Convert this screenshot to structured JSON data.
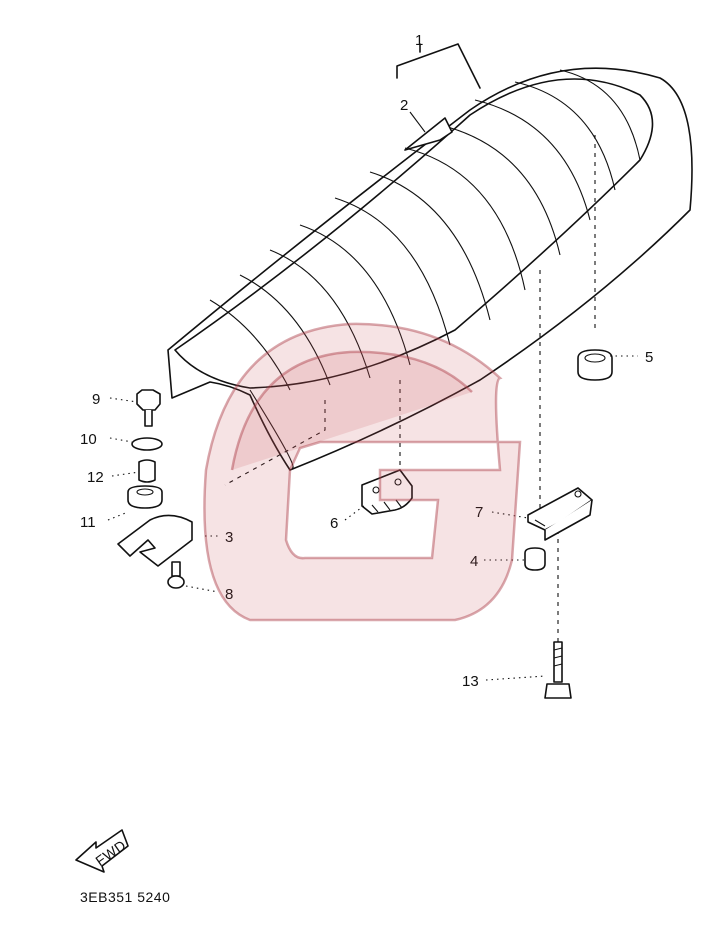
{
  "diagram": {
    "part_labels": [
      {
        "id": "1",
        "text": "1"
      },
      {
        "id": "2",
        "text": "2"
      },
      {
        "id": "3",
        "text": "3"
      },
      {
        "id": "4",
        "text": "4"
      },
      {
        "id": "5",
        "text": "5"
      },
      {
        "id": "6",
        "text": "6"
      },
      {
        "id": "7",
        "text": "7"
      },
      {
        "id": "8",
        "text": "8"
      },
      {
        "id": "9",
        "text": "9"
      },
      {
        "id": "10",
        "text": "10"
      },
      {
        "id": "11",
        "text": "11"
      },
      {
        "id": "12",
        "text": "12"
      },
      {
        "id": "13",
        "text": "13"
      }
    ],
    "direction_marker": "FWD",
    "drawing_code": "3EB351 5240",
    "watermark_icon": "letter-g-watermark-icon"
  }
}
